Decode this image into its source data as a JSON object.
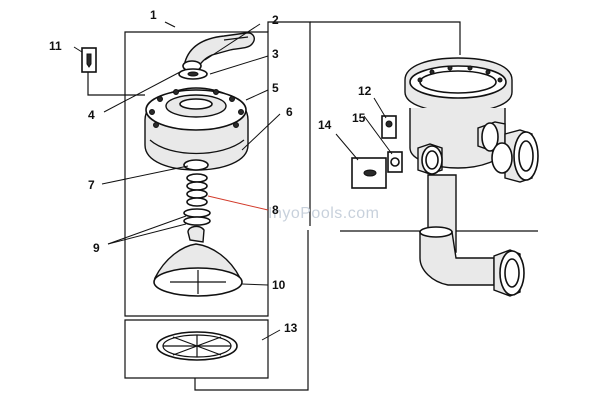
{
  "watermark": "InyoPools.com",
  "callouts": {
    "c1": "1",
    "c2": "2",
    "c3": "3",
    "c4": "4",
    "c5": "5",
    "c6": "6",
    "c7": "7",
    "c8": "8",
    "c9": "9",
    "c10": "10",
    "c11": "11",
    "c12": "12",
    "c13": "13",
    "c14": "14",
    "c15": "15"
  }
}
